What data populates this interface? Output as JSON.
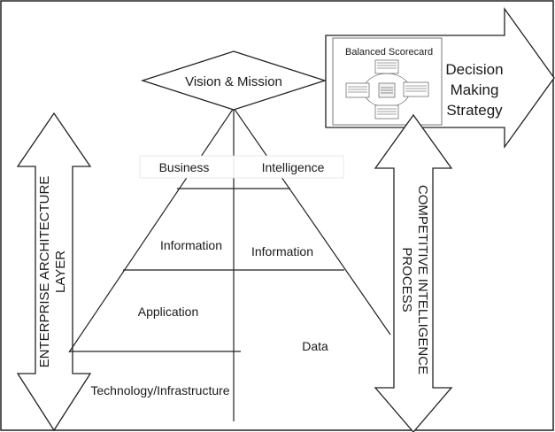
{
  "diagram": {
    "top_diamond": {
      "label": "Vision & Mission"
    },
    "pyramid": {
      "business_label": "Business",
      "intelligence_label": "Intelligence",
      "information_left": "Information",
      "information_right": "Information",
      "application": "Application",
      "data": "Data",
      "technology": "Technology/Infrastructure"
    },
    "left_arrow": {
      "line1": "ENTERPRISE ARCHITECTURE",
      "line2": "LAYER"
    },
    "right_arrow": {
      "line1": "COMPETITIVE INTELLIGENCE",
      "line2": "PROCESS"
    },
    "scorecard": {
      "title": "Balanced Scorecard",
      "decision_line1": "Decision",
      "decision_line2": "Making",
      "decision_line3": "Strategy"
    }
  }
}
